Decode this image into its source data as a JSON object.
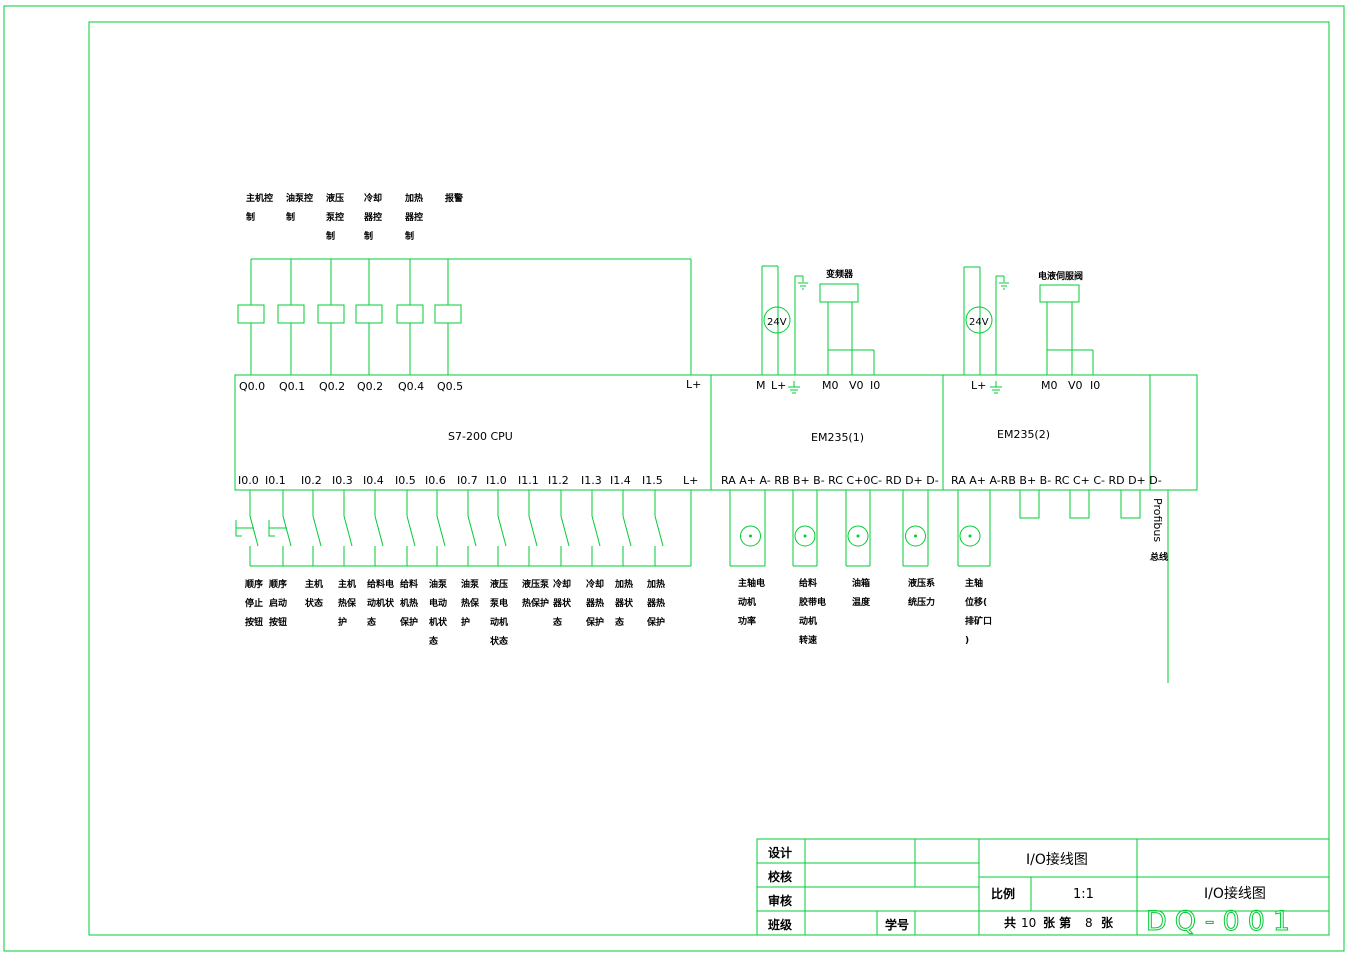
{
  "diagram": {
    "outputs": [
      "Q0.0",
      "Q0.1",
      "Q0.2",
      "Q0.2",
      "Q0.4",
      "Q0.5"
    ],
    "output_lp": "L+",
    "output_descriptions": [
      [
        "主机控",
        "制"
      ],
      [
        "油泵控",
        "制"
      ],
      [
        "液压",
        "泵控",
        "制"
      ],
      [
        "冷却",
        "器控",
        "制"
      ],
      [
        "加热",
        "器控",
        "制"
      ],
      [
        "报警"
      ]
    ],
    "cpu_label": "S7-200 CPU",
    "inputs": [
      "I0.0",
      "I0.1",
      "I0.2",
      "I0.3",
      "I0.4",
      "I0.5",
      "I0.6",
      "I0.7",
      "I1.0",
      "I1.1",
      "I1.2",
      "I1.3",
      "I1.4",
      "I1.5"
    ],
    "input_lp": "L+",
    "input_descriptions": [
      [
        "顺序",
        "停止",
        "按钮"
      ],
      [
        "顺序",
        "启动",
        "按钮"
      ],
      [
        "主机",
        "状态"
      ],
      [
        "主机",
        "热保",
        "护"
      ],
      [
        "给料电",
        "动机状",
        "态"
      ],
      [
        "给料",
        "机热",
        "保护"
      ],
      [
        "油泵",
        "电动",
        "机状",
        "态"
      ],
      [
        "油泵",
        "热保",
        "护"
      ],
      [
        "液压",
        "泵电",
        "动机",
        "状态"
      ],
      [
        "液压泵",
        "热保护"
      ],
      [
        "冷却",
        "器状",
        "态"
      ],
      [
        "冷却",
        "器热",
        "保护"
      ],
      [
        "加热",
        "器状",
        "态"
      ],
      [
        "加热",
        "器热",
        "保护"
      ]
    ],
    "em1": {
      "label": "EM235(1)",
      "top_terms": [
        "M",
        "L+",
        "M0",
        "V0",
        "I0"
      ],
      "supply": "24V",
      "device": "变频器",
      "bottom_terms": "RA A+ A-  RB B+ B-  RC C+0C- RD D+ D-",
      "sensor_labels": [
        [
          "主轴电",
          "动机",
          "功率"
        ],
        [
          "给料",
          "胶带电",
          "动机",
          "转速"
        ],
        [
          "油箱",
          "温度"
        ],
        [
          "液压系",
          "统压力"
        ]
      ]
    },
    "em2": {
      "label": "EM235(2)",
      "top_terms": [
        "L+",
        "M0",
        "V0",
        "I0"
      ],
      "supply": "24V",
      "device": "电液伺服阀",
      "bottom_terms": "RA A+ A-RB B+ B- RC C+ C- RD D+ D-",
      "sensor_labels": [
        [
          "主轴",
          "位移(",
          "排矿口",
          ")"
        ]
      ]
    },
    "profibus": "Profibus",
    "profibus_cn": "总线"
  },
  "title_block": {
    "design": "设计",
    "check": "校核",
    "review": "审核",
    "class": "班级",
    "student_no": "学号",
    "drawing_name": "I/O接线图",
    "scale_label": "比例",
    "scale": "1:1",
    "drawing_name_2": "I/O接线图",
    "sheets_prefix": "共",
    "sheets_total": "10",
    "sheets_mid": "张  第",
    "sheet_no": "8",
    "sheets_suffix": "张",
    "drawing_no": "DQ-001"
  },
  "colors": {
    "line": "#00cc33",
    "text": "#000000",
    "background": "#ffffff"
  }
}
